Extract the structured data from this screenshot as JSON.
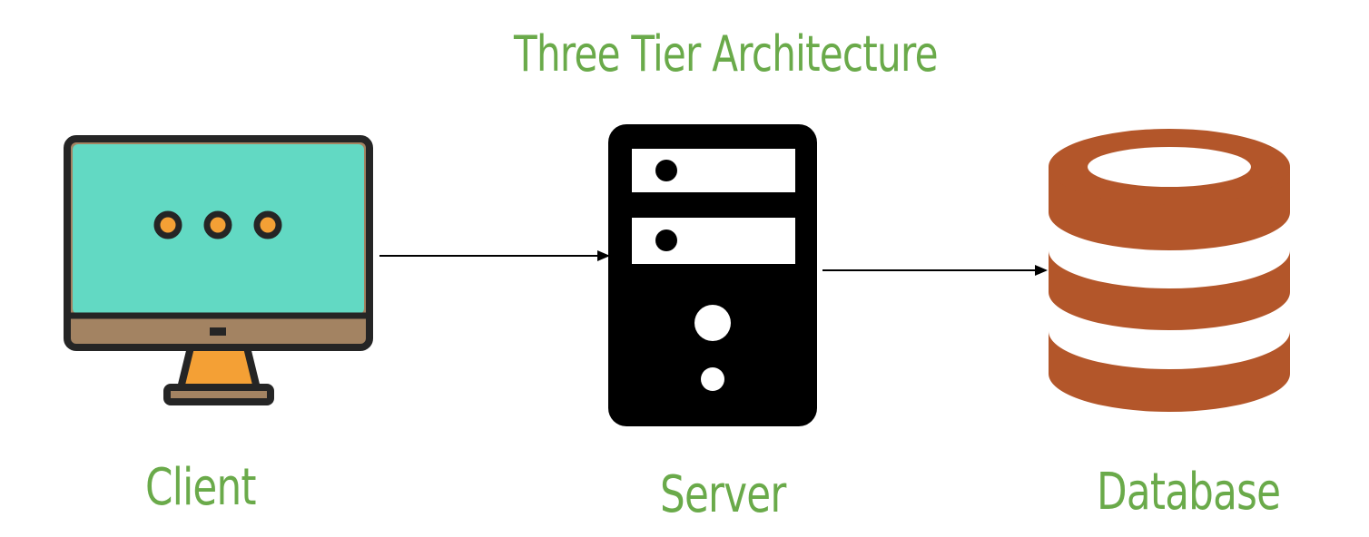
{
  "title": "Three Tier Architecture",
  "nodes": {
    "client": {
      "label": "Client",
      "icon": "monitor-icon"
    },
    "server": {
      "label": "Server",
      "icon": "server-tower-icon"
    },
    "database": {
      "label": "Database",
      "icon": "database-icon"
    }
  },
  "edges": [
    {
      "from": "Client",
      "to": "Server"
    },
    {
      "from": "Server",
      "to": "Database"
    }
  ],
  "colors": {
    "label_green": "#6aaa4a",
    "monitor_screen": "#62d9c3",
    "monitor_frame": "#252525",
    "monitor_chin": "#a38362",
    "monitor_stand": "#f4a035",
    "server_body": "#000000",
    "database": "#b3562a"
  }
}
